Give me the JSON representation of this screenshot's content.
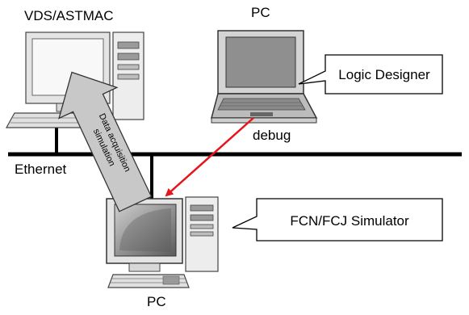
{
  "labels": {
    "top_left_title": "VDS/ASTMAC",
    "top_pc": "PC",
    "bottom_pc": "PC",
    "ethernet": "Ethernet",
    "debug": "debug"
  },
  "callouts": {
    "logic_designer": "Logic Designer",
    "simulator": "FCN/FCJ Simulator"
  },
  "arrow_text": {
    "line1": "Data acquisition",
    "line2": "simulation"
  },
  "icons": [
    "desktop-workstation-icon",
    "laptop-icon",
    "pc-workstation-icon"
  ],
  "colors": {
    "debug_arrow": "#e8141a",
    "data_arrow_fill": "#c8c8c8",
    "network_line": "#000000"
  }
}
